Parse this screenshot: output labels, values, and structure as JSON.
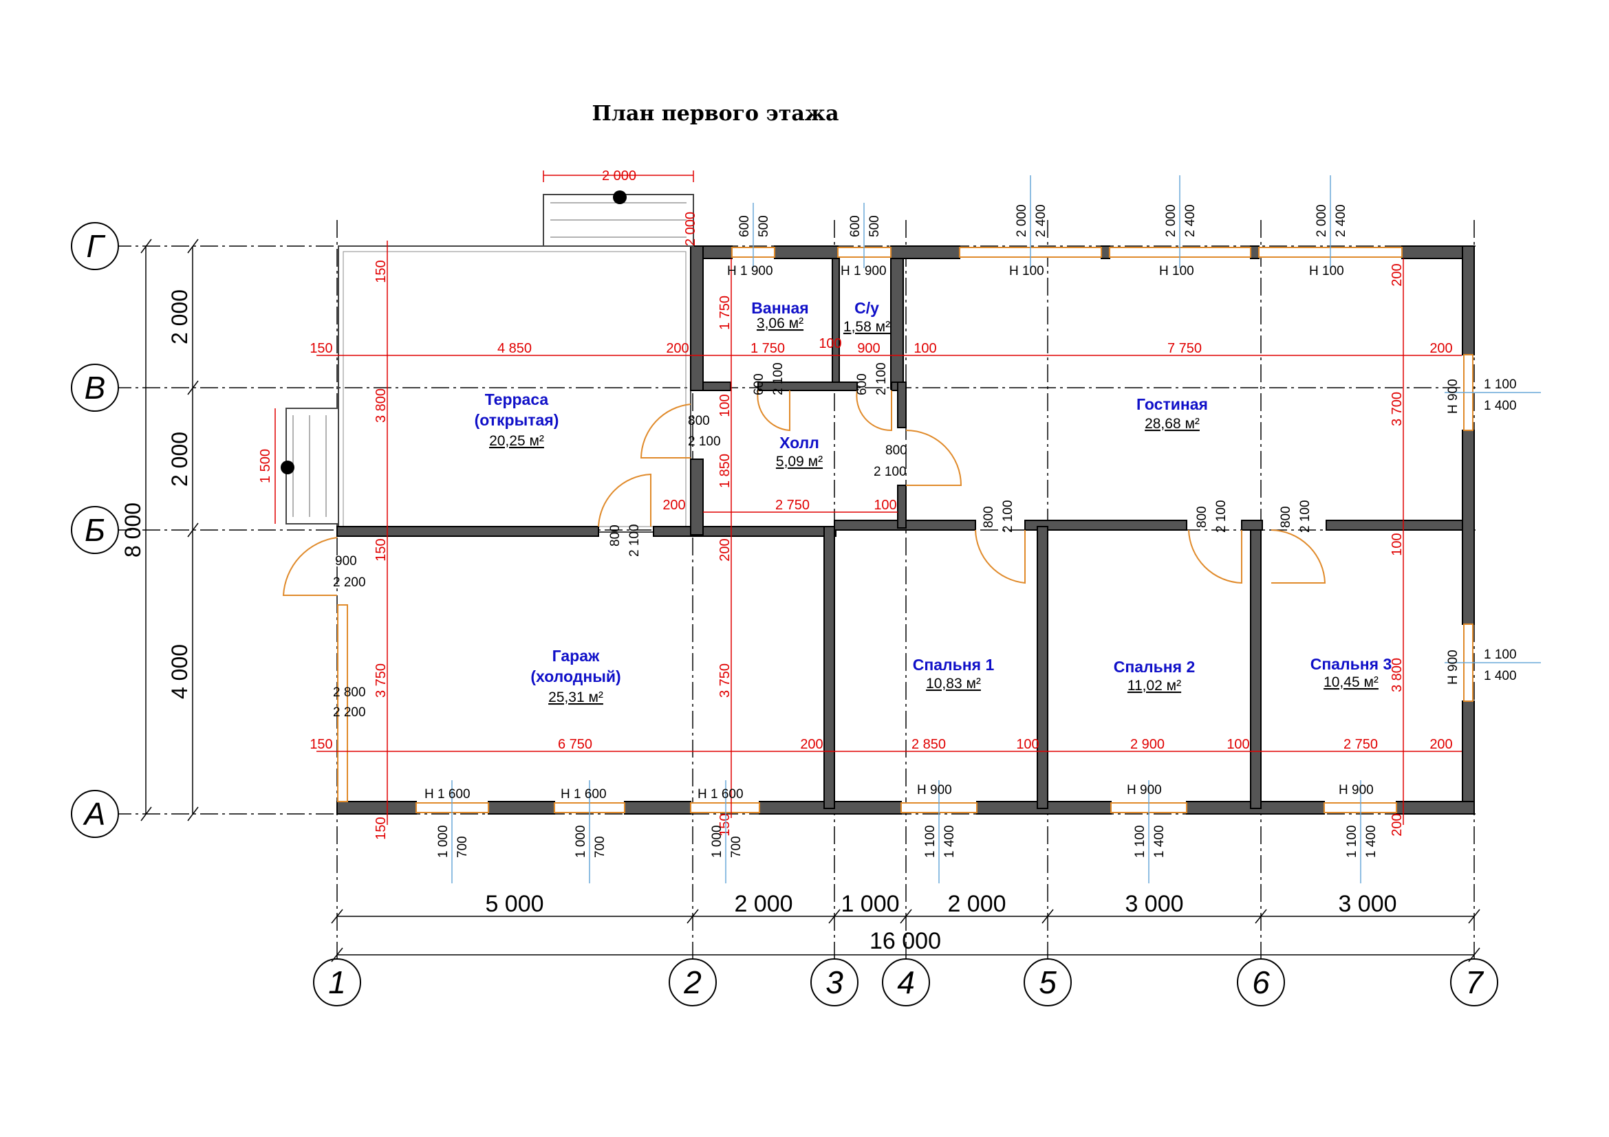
{
  "title": "План первого этажа",
  "axes": {
    "letters": [
      "Г",
      "В",
      "Б",
      "А"
    ],
    "numbers": [
      "1",
      "2",
      "3",
      "4",
      "5",
      "6",
      "7"
    ]
  },
  "left_dims": [
    "2 000",
    "2 000",
    "4 000",
    "8 000"
  ],
  "bottom_dims": [
    "5 000",
    "2 000",
    "1 000",
    "2 000",
    "3 000",
    "3 000",
    "16 000"
  ],
  "rooms": [
    {
      "name": "Терраса",
      "name2": "(открытая)",
      "area": "20,25 м²"
    },
    {
      "name": "Ванная",
      "area": "3,06 м²"
    },
    {
      "name": "С/у",
      "area": "1,58 м²"
    },
    {
      "name": "Гостиная",
      "area": "28,68 м²"
    },
    {
      "name": "Холл",
      "area": "5,09 м²"
    },
    {
      "name": "Гараж",
      "name2": "(холодный)",
      "area": "25,31 м²"
    },
    {
      "name": "Спальня 1",
      "area": "10,83 м²"
    },
    {
      "name": "Спальня 2",
      "area": "11,02 м²"
    },
    {
      "name": "Спальня 3",
      "area": "10,45 м²"
    }
  ],
  "red_dims": {
    "row_v": [
      "150",
      "4 850",
      "200",
      "1 750",
      "100",
      "900",
      "100",
      "7 750",
      "200"
    ],
    "row_b": [
      "200",
      "2 750",
      "100"
    ],
    "row_a": [
      "150",
      "6 750",
      "200",
      "2 850",
      "100",
      "2 900",
      "100",
      "2 750",
      "200"
    ],
    "vertical": [
      "150",
      "3 800",
      "150",
      "3 750",
      "150",
      "1 750",
      "100",
      "1 850",
      "200",
      "3 750",
      "150",
      "3 700",
      "100",
      "3 800",
      "200",
      "200",
      "1 500",
      "2 000"
    ]
  },
  "openings": {
    "top_windows": [
      {
        "w": "600",
        "h": "500",
        "note": "H 1 900"
      },
      {
        "w": "600",
        "h": "500",
        "note": "H 1 900"
      },
      {
        "w": "2 000",
        "h": "2 400",
        "note": "H 100"
      },
      {
        "w": "2 000",
        "h": "2 400",
        "note": "H 100"
      },
      {
        "w": "2 000",
        "h": "2 400",
        "note": "H 100"
      }
    ],
    "bottom_windows": [
      {
        "w": "1 000",
        "h": "700",
        "note": "H 1 600"
      },
      {
        "w": "1 000",
        "h": "700",
        "note": "H 1 600"
      },
      {
        "w": "1 000",
        "h": "700",
        "note": "H 1 600"
      },
      {
        "w": "1 100",
        "h": "1 400",
        "note": "H 900"
      },
      {
        "w": "1 100",
        "h": "1 400",
        "note": "H 900"
      },
      {
        "w": "1 100",
        "h": "1 400",
        "note": "H 900"
      }
    ],
    "right_windows": [
      {
        "w": "1 100",
        "h": "1 400",
        "note": "H 900"
      },
      {
        "w": "1 100",
        "h": "1 400",
        "note": "H 900"
      }
    ],
    "doors": [
      {
        "w": "800",
        "h": "2 100"
      },
      {
        "w": "800",
        "h": "2 100"
      },
      {
        "w": "800",
        "h": "2 100"
      },
      {
        "w": "600",
        "h": "2 100"
      },
      {
        "w": "600",
        "h": "2 100"
      },
      {
        "w": "800",
        "h": "2 100"
      },
      {
        "w": "800",
        "h": "2 100"
      },
      {
        "w": "800",
        "h": "2 100"
      },
      {
        "w": "900",
        "h": "2 200"
      },
      {
        "w": "2 800",
        "h": "2 200"
      }
    ],
    "stairs_top": "2 000"
  },
  "colors": {
    "wall": "#555555",
    "dimension_red": "#e00000",
    "room_name_blue": "#1010c8",
    "opening_orange": "#e08a2a",
    "leader_blue": "#6aa8d8"
  }
}
